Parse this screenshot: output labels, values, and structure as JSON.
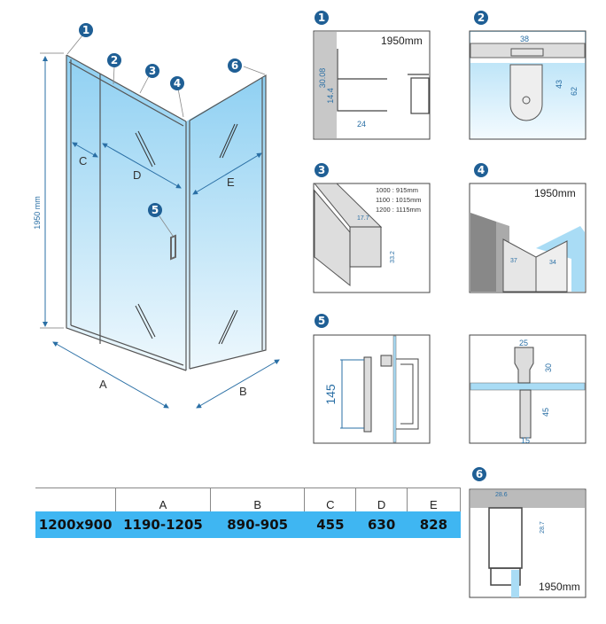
{
  "main_diagram": {
    "height_label": "1950 mm",
    "dimension_labels": {
      "A": "A",
      "B": "B",
      "C": "C",
      "D": "D",
      "E": "E"
    },
    "callouts": [
      "1",
      "2",
      "3",
      "4",
      "5",
      "6"
    ]
  },
  "details": {
    "d1": {
      "badge": "1",
      "height": "1950mm",
      "dims": [
        "30.08",
        "14.4",
        "24"
      ]
    },
    "d2": {
      "badge": "2",
      "dims": [
        "38",
        "43",
        "62"
      ]
    },
    "d3": {
      "badge": "3",
      "sizes": [
        "1000 : 915mm",
        "1100 : 1015mm",
        "1200 : 1115mm"
      ],
      "dims": [
        "17.7",
        "33.2"
      ]
    },
    "d4": {
      "badge": "4",
      "height": "1950mm",
      "dims": [
        "37",
        "34"
      ]
    },
    "d5": {
      "badge": "5",
      "dims": [
        "145"
      ]
    },
    "d5b": {
      "dims": [
        "25",
        "30",
        "45",
        "15"
      ]
    },
    "d6": {
      "badge": "6",
      "height": "1950mm",
      "dims": [
        "28.6",
        "28.7"
      ]
    }
  },
  "table": {
    "headers": [
      "",
      "A",
      "B",
      "C",
      "D",
      "E"
    ],
    "row": [
      "1200x900",
      "1190-1205",
      "890-905",
      "455",
      "630",
      "828"
    ]
  },
  "colors": {
    "accent": "#3fb6f2",
    "badge": "#1f5f95",
    "dimension": "#2a6fa5"
  }
}
